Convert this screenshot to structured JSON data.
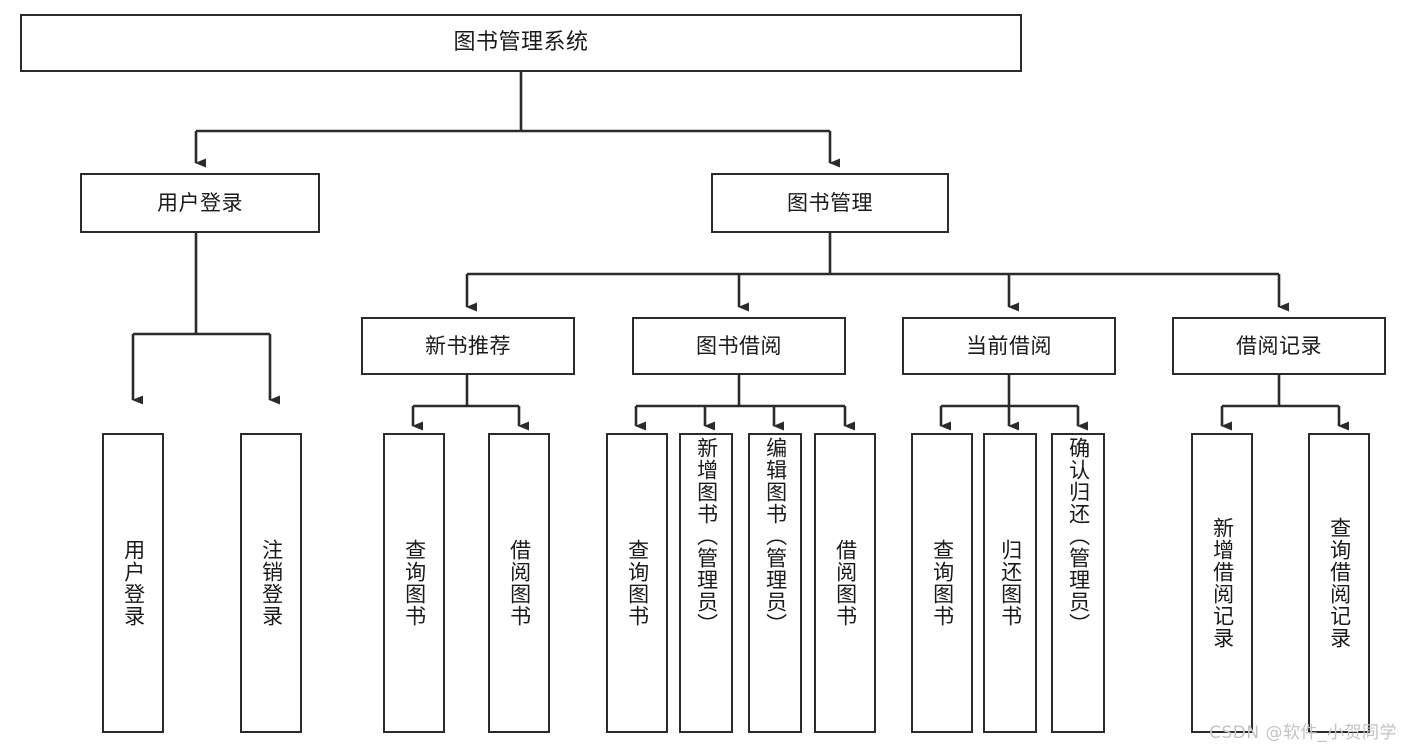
{
  "diagram": {
    "title": "图书管理系统",
    "type": "tree-hierarchy",
    "background_color": "#ffffff",
    "border_color": "#2b2b2b",
    "text_color": "#1a1a1a"
  },
  "root": {
    "label": "图书管理系统"
  },
  "level2": [
    {
      "label": "用户登录"
    },
    {
      "label": "图书管理"
    }
  ],
  "level3": [
    {
      "label": "新书推荐"
    },
    {
      "label": "图书借阅"
    },
    {
      "label": "当前借阅"
    },
    {
      "label": "借阅记录"
    }
  ],
  "leaves": {
    "user_login": [
      {
        "label": "用户登录"
      },
      {
        "label": "注销登录"
      }
    ],
    "new_book": [
      {
        "label": "查询图书"
      },
      {
        "label": "借阅图书"
      }
    ],
    "book_borrow": [
      {
        "label": "查询图书"
      },
      {
        "label": "新增图书（管理员）"
      },
      {
        "label": "编辑图书（管理员）"
      },
      {
        "label": "借阅图书"
      }
    ],
    "current_borrow": [
      {
        "label": "查询图书"
      },
      {
        "label": "归还图书"
      },
      {
        "label": "确认归还（管理员）"
      }
    ],
    "borrow_record": [
      {
        "label": "新增借阅记录"
      },
      {
        "label": "查询借阅记录"
      }
    ]
  },
  "watermark": {
    "text": "CSDN @软件_小贺同学"
  }
}
